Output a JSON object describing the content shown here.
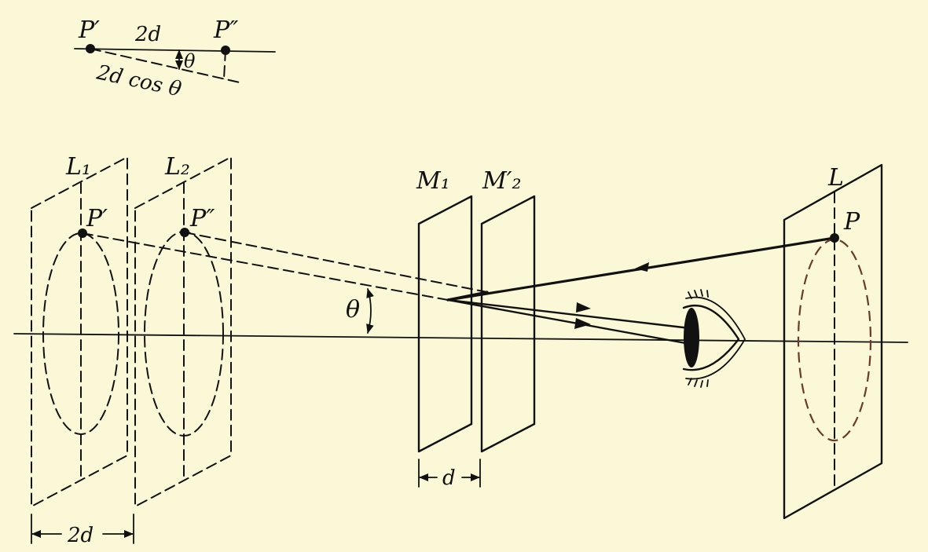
{
  "labels": {
    "inset_p_prime": "P′",
    "inset_p_double": "P″",
    "inset_2d": "2d",
    "inset_2dcos": "2d cos θ",
    "inset_theta": "θ",
    "L1": "L₁",
    "L2": "L₂",
    "P_prime": "P′",
    "P_double": "P″",
    "M1": "M₁",
    "M2_prime": "M′₂",
    "L": "L",
    "P": "P",
    "theta": "θ",
    "d": "d",
    "two_d": "2d"
  },
  "colors": {
    "background": "#fbf8d7",
    "ink": "#111111",
    "image_ellipse_brown": "#6b3b2a"
  },
  "icons": [
    "eye-icon"
  ]
}
